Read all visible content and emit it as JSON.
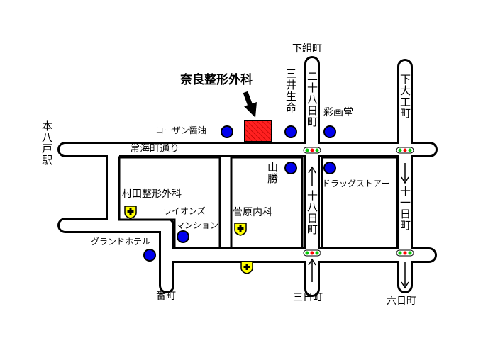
{
  "title": "奈良整形外科",
  "labels": {
    "shimogumi": "下組町",
    "sanjuhachi_top": "二十八日町",
    "shimodaiku": "下大工町",
    "sanseimei": "三井生命",
    "saigado": "彩画堂",
    "kozan": "コーザン醤油",
    "hon_hachinohe": "本八戸駅",
    "johkai": "常海町通り",
    "yamakatsu": "山勝",
    "drugstore": "ドラッグストアー",
    "sanjuhachi_mid": "十八日町",
    "juichi": "十一日町",
    "murata": "村田整形外科",
    "lions": "ライオンズ",
    "mansion": "マンション",
    "sugawara": "菅原内科",
    "grand_hotel": "グランドホテル",
    "bancho": "番町",
    "mikka": "三日町",
    "muika": "六日町"
  },
  "colors": {
    "road_fill": "#ffffff",
    "road_outline": "#000000",
    "landmark": "#0000ee",
    "clinic_fill": "#ffff00",
    "target_fill": "#ff2020",
    "signal_green": "#00cc00",
    "signal_red": "#ff0000"
  },
  "icons": {
    "landmark": "blue-circle-icon",
    "clinic": "clinic-cross-icon",
    "signal": "traffic-light-icon",
    "pointer": "down-arrow-icon"
  }
}
